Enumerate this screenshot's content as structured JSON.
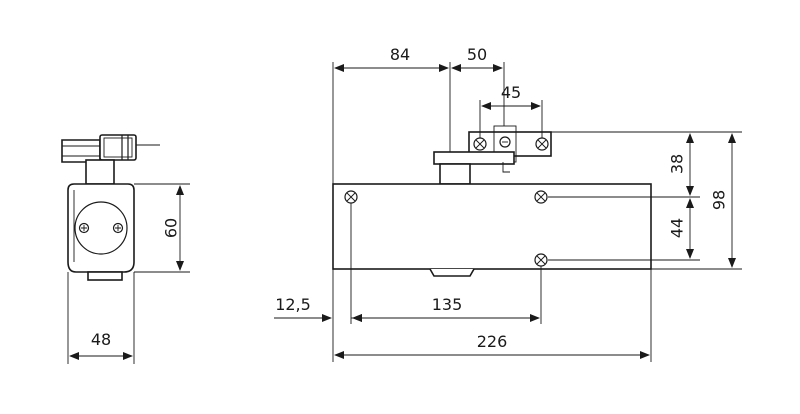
{
  "dimensions": {
    "width_side": "48",
    "height_side": "60",
    "left_offset": "12,5",
    "hole_spacing": "135",
    "body_length": "226",
    "arm_offset": "84",
    "arm_length": "50",
    "bracket_spacing": "45",
    "bracket_height": "38",
    "hole_vertical": "44",
    "overall_height": "98"
  }
}
